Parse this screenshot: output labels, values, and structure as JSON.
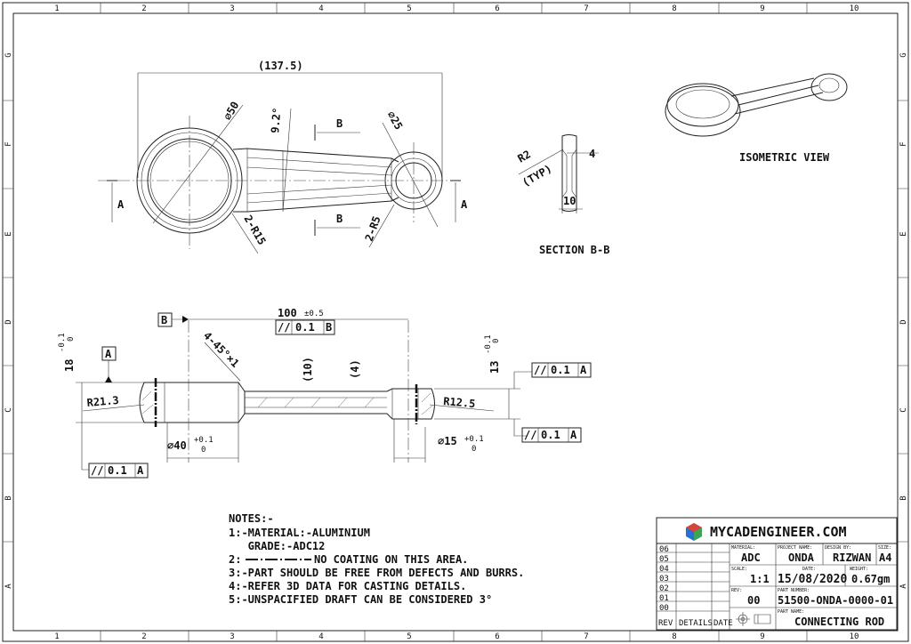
{
  "frame": {
    "columns": [
      "1",
      "2",
      "3",
      "4",
      "5",
      "6",
      "7",
      "8",
      "9",
      "10"
    ],
    "rows": [
      "G",
      "F",
      "E",
      "D",
      "C",
      "B",
      "A"
    ]
  },
  "top_view": {
    "overall_length": "(137.5)",
    "big_end_dia": "⌀50",
    "small_end_dia": "⌀25",
    "taper_angle": "9.2°",
    "big_fillet": "2-R15",
    "small_fillet": "2-R5",
    "section_marker": "B",
    "view_marker": "A"
  },
  "section_bb": {
    "radius": "R2",
    "typ": "(TYP)",
    "web": "4",
    "width": "10",
    "title": "SECTION B-B"
  },
  "isometric": {
    "title": "ISOMETRIC VIEW"
  },
  "side_view": {
    "datum_b": "B",
    "datum_a": "A",
    "center_distance": "100",
    "center_tol": "±0.5",
    "chamfer": "4-45°×1",
    "stem_height": "(10)",
    "web_thk": "(4)",
    "big_thk": "18",
    "big_thk_tol_up": "-0.1",
    "big_thk_tol_lo": "0",
    "small_thk": "13",
    "small_thk_tol_up": "-0.1",
    "small_thk_tol_lo": "0",
    "big_radius": "R21.3",
    "small_radius": "R12.5",
    "big_bore": "⌀40",
    "big_bore_tol_up": "+0.1",
    "big_bore_tol_lo": "0",
    "small_bore": "⌀15",
    "small_bore_tol_up": "+0.1",
    "small_bore_tol_lo": "0",
    "fcf": [
      {
        "sym": "//",
        "tol": "0.1",
        "datum": "B"
      },
      {
        "sym": "//",
        "tol": "0.1",
        "datum": "A"
      },
      {
        "sym": "//",
        "tol": "0.1",
        "datum": "A"
      },
      {
        "sym": "//",
        "tol": "0.1",
        "datum": "A"
      }
    ]
  },
  "notes": {
    "title": "NOTES:-",
    "lines": [
      "1:-MATERIAL:-ALUMINIUM",
      "   GRADE:-ADC12",
      "2:",
      "NO COATING ON THIS AREA.",
      "3:-PART SHOULD BE FREE FROM DEFECTS AND BURRS.",
      "4:-REFER 3D DATA FOR CASTING DETAILS.",
      "5:-UNSPACIFIED DRAFT CAN BE CONSIDERED 3°"
    ]
  },
  "title_block": {
    "company": "MYCADENGINEER.COM",
    "revs": [
      "06",
      "05",
      "04",
      "03",
      "02",
      "01",
      "00"
    ],
    "rev_header": "REV",
    "details_header": "DETAILS",
    "date_header": "DATE",
    "material_label": "MATERIAL:",
    "material": "ADC",
    "project_label": "PROJECT NAME:",
    "project": "ONDA",
    "design_label": "DESIGN BY:",
    "designer": "RIZWAN",
    "size_label": "SIZE:",
    "size": "A4",
    "scale_label": "SCALE:",
    "scale": "1:1",
    "date_label": "DATE:",
    "date": "15/08/2020",
    "weight_label": "WEIGHT:",
    "weight": "0.67gm",
    "rev_label": "REV:",
    "rev": "00",
    "part_number_label": "PART NUMBER:",
    "part_number": "51500-ONDA-0000-01",
    "part_name_label": "PART NAME:",
    "part_name": "CONNECTING ROD"
  },
  "colors": {
    "line": "#222222",
    "logo_blue": "#2a6fd6",
    "logo_green": "#3aa655",
    "logo_red": "#d9443a"
  }
}
